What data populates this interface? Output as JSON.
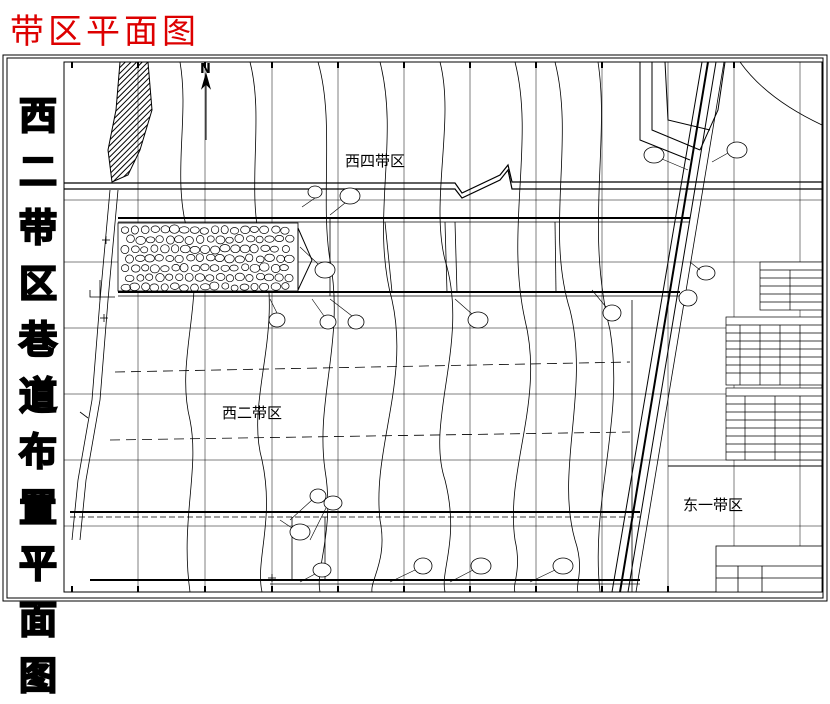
{
  "title": "带区平面图",
  "side_title_chars": [
    "西",
    "二",
    "带",
    "区",
    "巷",
    "道",
    "布",
    "置",
    "平",
    "面",
    "图"
  ],
  "zones": {
    "west_four": "西四带区",
    "west_two": "西二带区",
    "east_one": "东一带区"
  },
  "north_label": "N",
  "colors": {
    "title": "#dd0000",
    "lines": "#000000"
  }
}
